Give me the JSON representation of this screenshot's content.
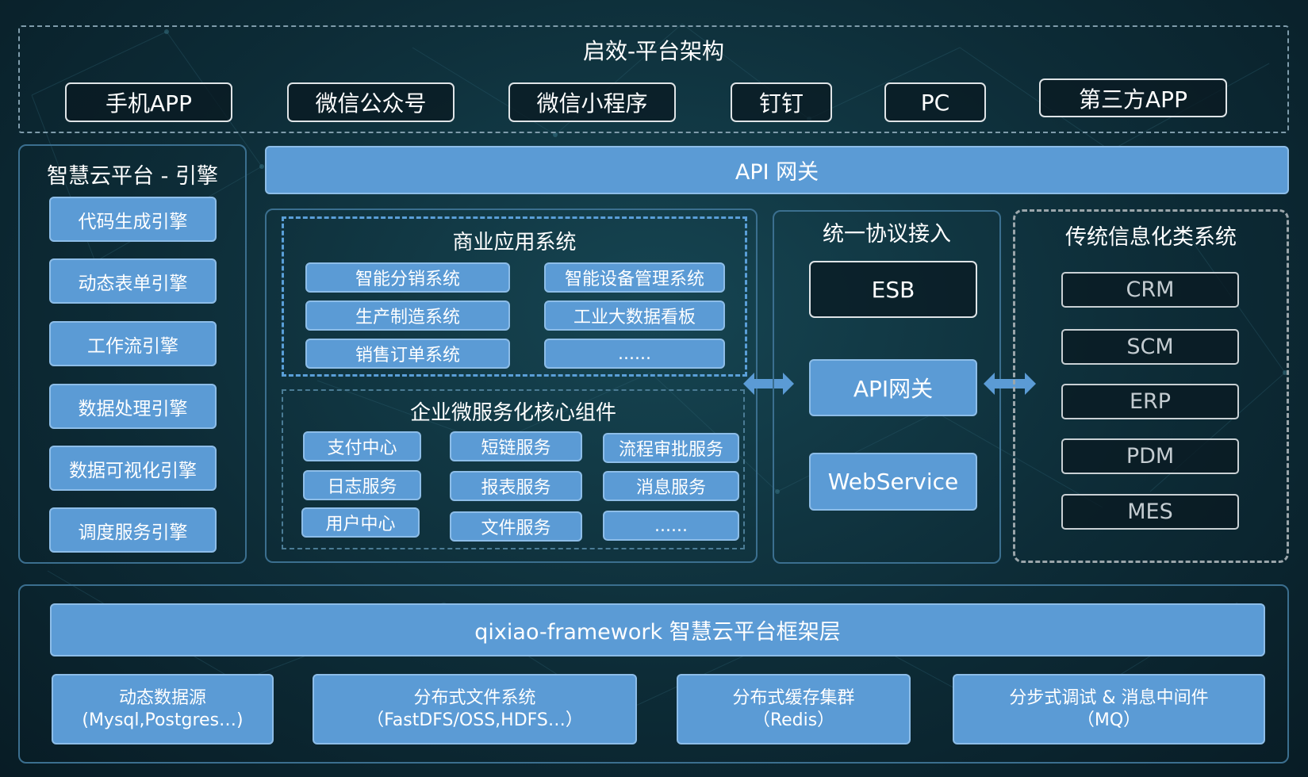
{
  "title": "启效-平台架构",
  "clients": [
    "手机APP",
    "微信公众号",
    "微信小程序",
    "钉钉",
    "PC",
    "第三方APP"
  ],
  "engine_panel": {
    "title": "智慧云平台 - 引擎",
    "engines": [
      "代码生成引擎",
      "动态表单引擎",
      "工作流引擎",
      "数据处理引擎",
      "数据可视化引擎",
      "调度服务引擎"
    ]
  },
  "api_gateway": {
    "label": "API 网关"
  },
  "business_apps": {
    "title": "商业应用系统",
    "items": [
      "智能分销系统",
      "智能设备管理系统",
      "生产制造系统",
      "工业大数据看板",
      "销售订单系统",
      "......"
    ]
  },
  "microservices": {
    "title": "企业微服务化核心组件",
    "items": [
      "支付中心",
      "短链服务",
      "流程审批服务",
      "日志服务",
      "报表服务",
      "消息服务",
      "用户中心",
      "文件服务",
      "......"
    ]
  },
  "protocol_access": {
    "title": "统一协议接入",
    "items": [
      "ESB",
      "API网关",
      "WebService"
    ]
  },
  "legacy_systems": {
    "title": "传统信息化类系统",
    "items": [
      "CRM",
      "SCM",
      "ERP",
      "PDM",
      "MES"
    ]
  },
  "framework": {
    "label": "qixiao-framework 智慧云平台框架层",
    "components": [
      {
        "name": "动态数据源",
        "detail": "(Mysql,Postgres…)"
      },
      {
        "name": "分布式文件系统",
        "detail": "（FastDFS/OSS,HDFS…）"
      },
      {
        "name": "分布式缓存集群",
        "detail": "（Redis）"
      },
      {
        "name": "分步式调试 & 消息中间件",
        "detail": "（MQ）"
      }
    ]
  },
  "colors": {
    "accent_blue": "#5b9bd5",
    "background": "#0d2c37",
    "panel_border": "#3b6f8f",
    "legacy_text": "#c4ccd1"
  },
  "icons": {
    "connector": "double-arrow-icon",
    "background": "network-lines"
  }
}
